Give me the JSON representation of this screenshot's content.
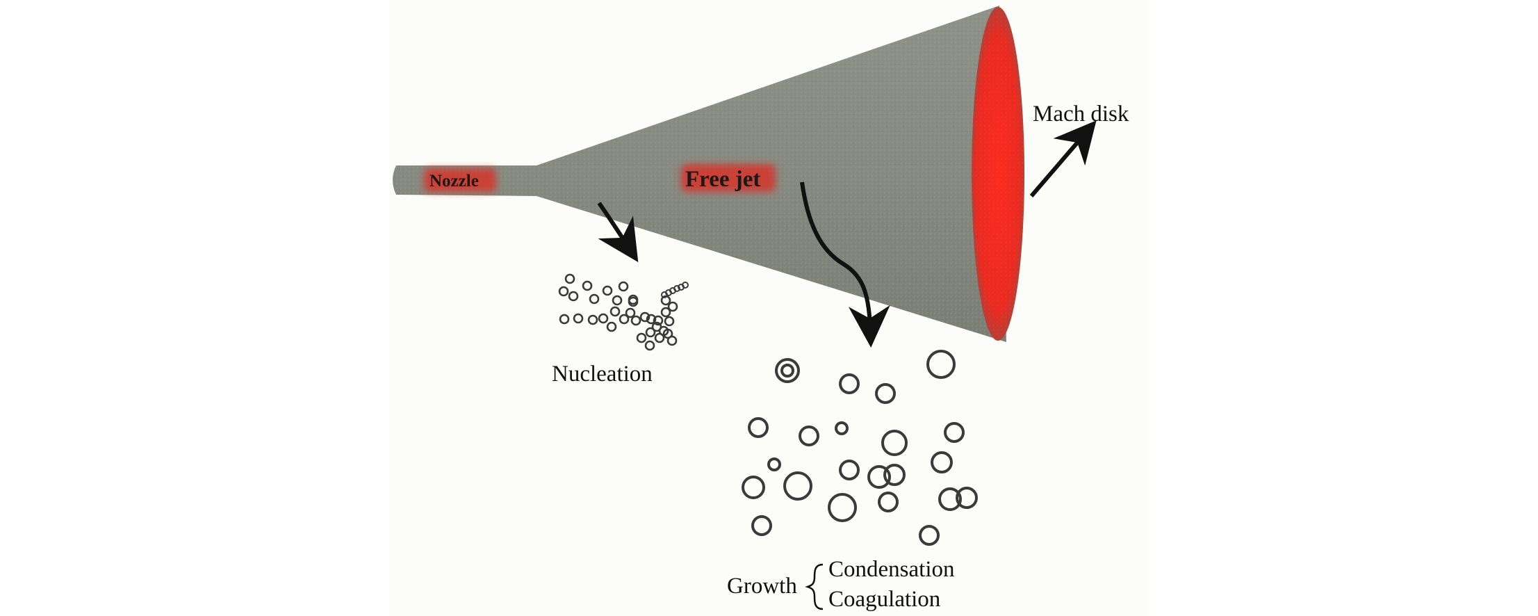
{
  "colors": {
    "cone": "#8c8f86",
    "cone_dark": "#7a7d74",
    "highlight": "#e0281e",
    "label_glow": "#d6342a",
    "ink": "#1a1a1a",
    "background": "#fcfcf8"
  },
  "labels": {
    "nozzle": "Nozzle",
    "free_jet": "Free jet",
    "mach_disk": "Mach disk",
    "nucleation": "Nucleation",
    "growth": "Growth",
    "condensation": "Condensation",
    "coagulation": "Coagulation"
  }
}
